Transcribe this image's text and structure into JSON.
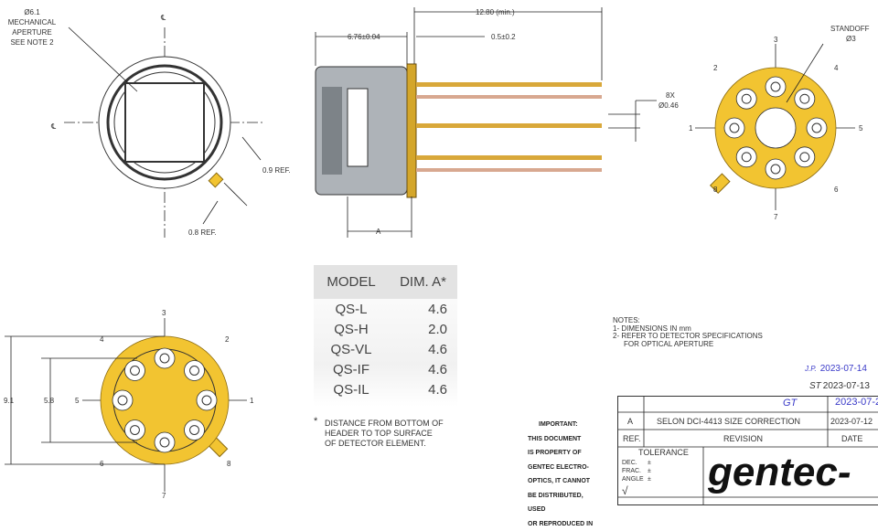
{
  "front_view": {
    "aperture_label": [
      "Ø6.1",
      "MECHANICAL",
      "APERTURE",
      "SEE NOTE 2"
    ],
    "centerline": "℄",
    "ref_09": "0.9 REF.",
    "ref_08": "0.8 REF."
  },
  "side_view": {
    "overall_length": "12.80 (min.)",
    "body_length": "6.76±0.04",
    "pin_offset": "0.5±0.2",
    "pin_count": "8X",
    "pin_diameter": "Ø0.46",
    "dim_a": "A"
  },
  "pin_view_top": {
    "standoff": "STANDOFF",
    "standoff_dia": "Ø3",
    "pins": [
      "1",
      "2",
      "3",
      "4",
      "5",
      "6",
      "7",
      "8"
    ]
  },
  "pin_view_bottom": {
    "dia_outer": "9.1",
    "dia_pitch": "5.8",
    "pins": [
      "1",
      "2",
      "3",
      "4",
      "5",
      "6",
      "7",
      "8"
    ]
  },
  "model_table": {
    "headers": [
      "MODEL",
      "DIM. A*"
    ],
    "rows": [
      [
        "QS-L",
        "4.6"
      ],
      [
        "QS-H",
        "2.0"
      ],
      [
        "QS-VL",
        "4.6"
      ],
      [
        "QS-IF",
        "4.6"
      ],
      [
        "QS-IL",
        "4.6"
      ]
    ],
    "footnote": [
      "*",
      "DISTANCE FROM BOTTOM OF",
      "HEADER TO TOP SURFACE",
      "OF DETECTOR ELEMENT."
    ]
  },
  "important": [
    "IMPORTANT:",
    "THIS DOCUMENT",
    "IS PROPERTY OF",
    "GENTEC ELECTRO-",
    "OPTICS, IT CANNOT",
    "BE DISTRIBUTED, USED",
    "OR REPRODUCED IN"
  ],
  "notes": [
    "NOTES:",
    "1- DIMENSIONS IN mm",
    "2- REFER TO DETECTOR SPECIFICATIONS",
    "FOR OPTICAL APERTURE"
  ],
  "signatures": [
    {
      "initials": "J.P.",
      "date": "2023-07-14"
    },
    {
      "initials": "ST",
      "date": "2023-07-13"
    },
    {
      "initials": "GT",
      "date": "2023-07-2"
    }
  ],
  "title_block": {
    "rev_ref": "A",
    "rev_desc": "SELON DCI-4413   SIZE CORRECTION",
    "rev_date": "2023-07-12",
    "col_ref": "REF.",
    "col_revision": "REVISION",
    "col_date": "DATE",
    "tolerance": "TOLERANCE",
    "tol_rows": [
      [
        "DEC.",
        "±"
      ],
      [
        "FRAC.",
        "±"
      ],
      [
        "ANGLE",
        "±"
      ]
    ],
    "surface": "√",
    "logo": "gentec-"
  }
}
